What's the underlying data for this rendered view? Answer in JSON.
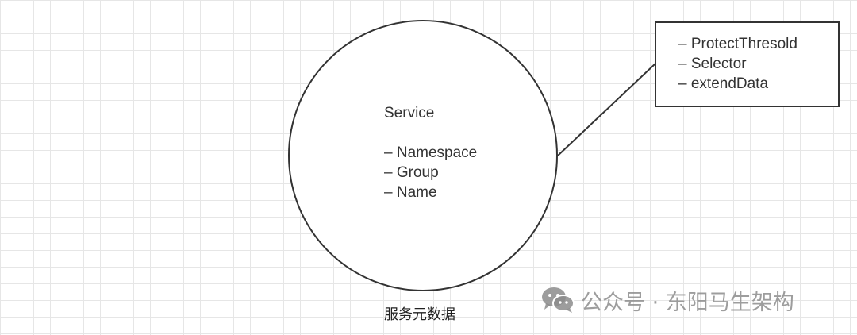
{
  "diagram": {
    "service": {
      "title": "Service",
      "fields": [
        "– Namespace",
        "– Group",
        "– Name"
      ]
    },
    "extra": {
      "fields": [
        "– ProtectThresold",
        "– Selector",
        "– extendData"
      ]
    },
    "caption": "服务元数据"
  },
  "watermark": {
    "icon": "wechat-icon",
    "text": "公众号 · 东阳马生架构"
  },
  "colors": {
    "stroke": "#333333",
    "grid": "#e6e6e6",
    "watermark": "#8c8c8c"
  }
}
